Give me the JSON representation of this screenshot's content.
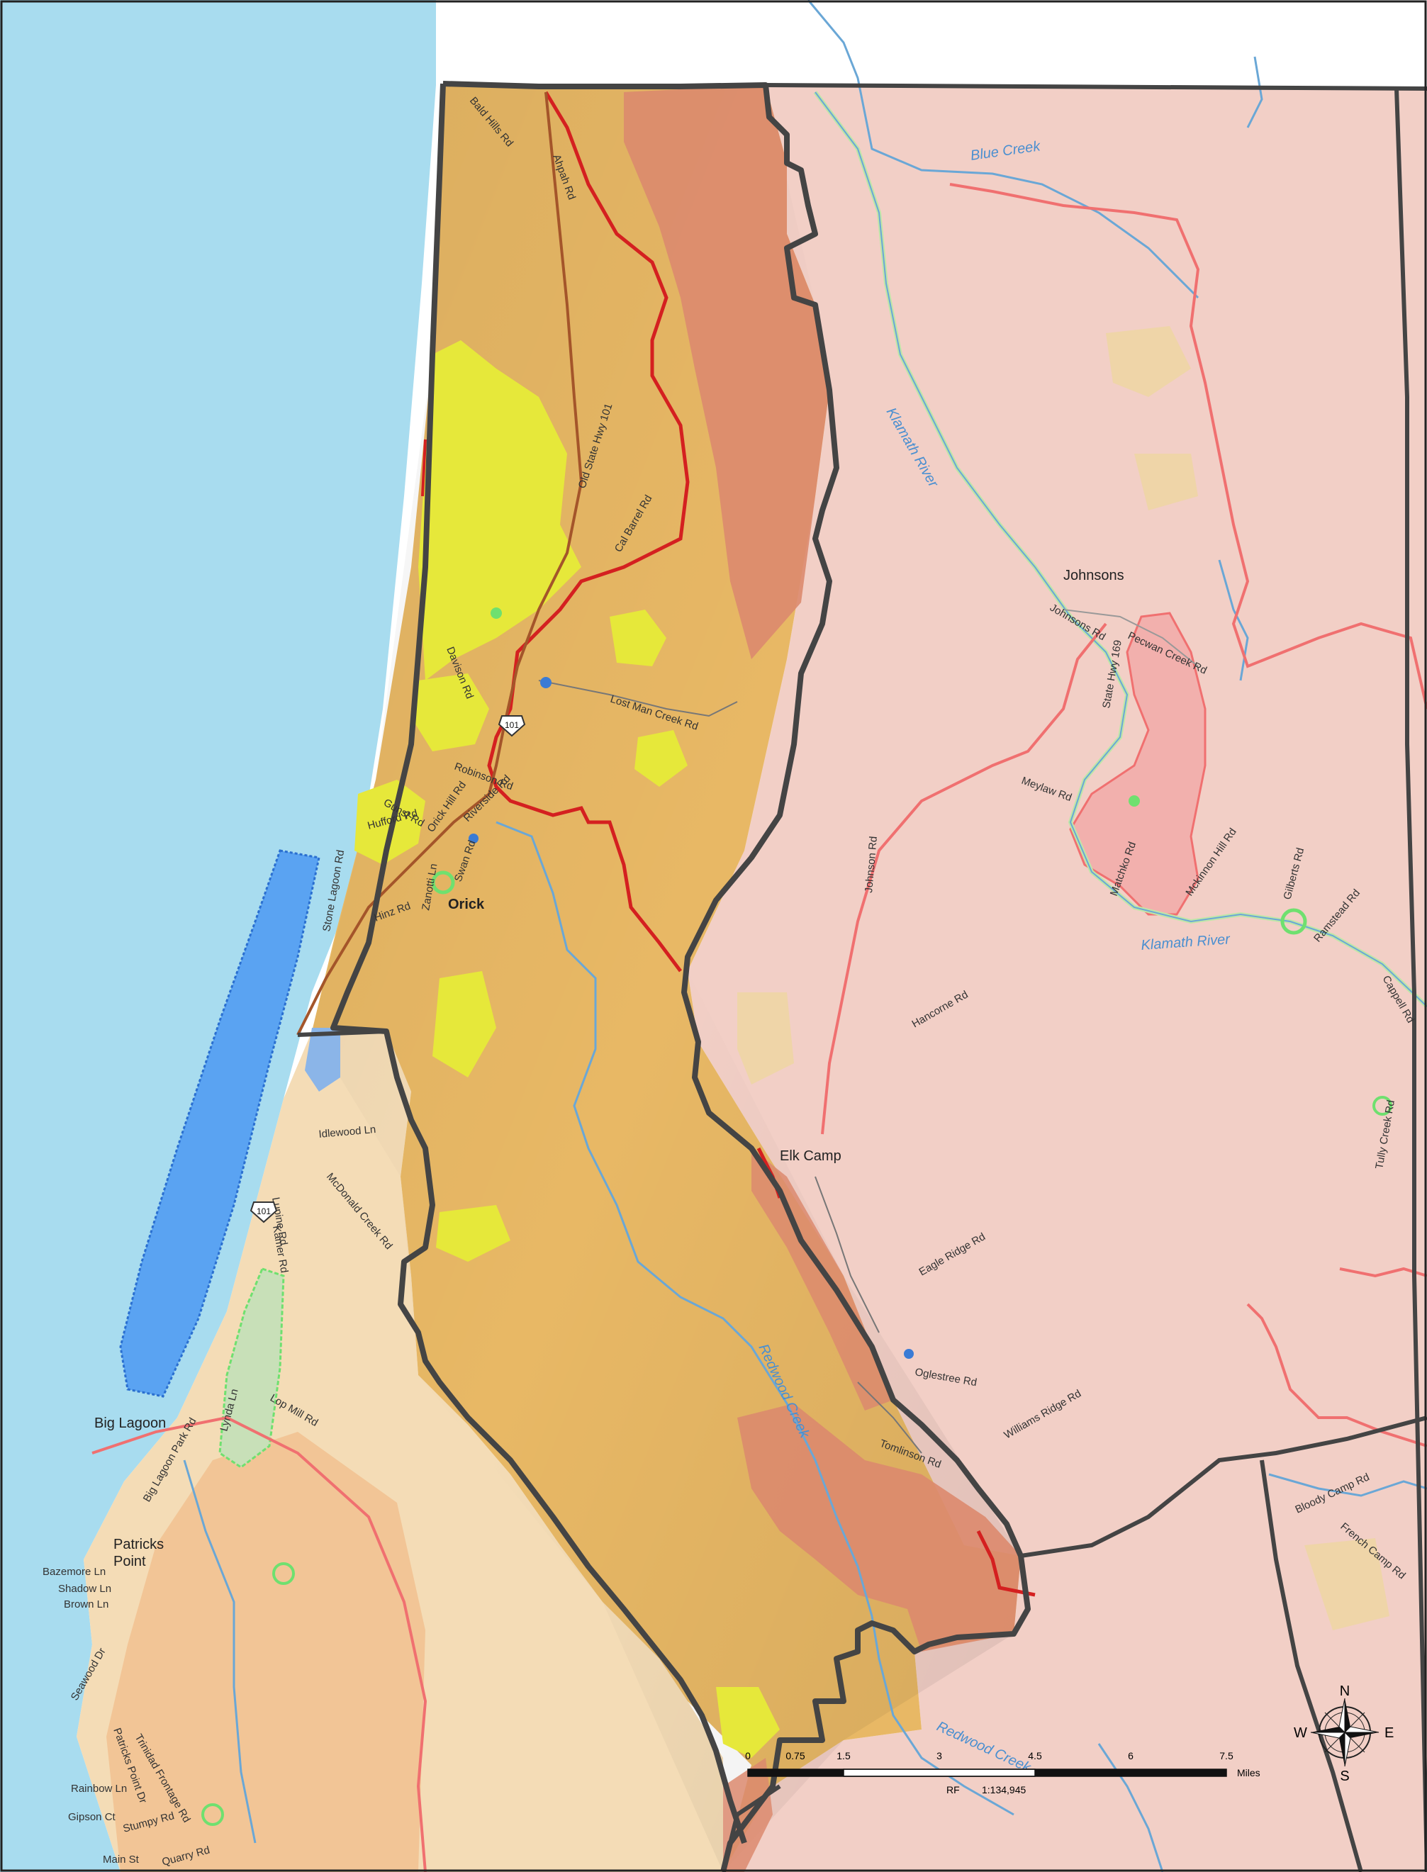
{
  "colors": {
    "ocean": "#a8dcef",
    "zone_main": "#e8b865",
    "zone_high": "#dc8a6e",
    "zone_moderate": "#e6e83a",
    "zone_faded": "#f2cfc6",
    "zone_faded_south": "#f4dcb6",
    "boundary": "#444444",
    "fire_line": "#d42020",
    "faded_fire_line": "#f07070",
    "river": "#6aa7d6",
    "lagoon": "#5aa3f2",
    "green_feature": "#6fe06f"
  },
  "places": [
    {
      "id": "orick",
      "label": "Orick"
    },
    {
      "id": "johnsons",
      "label": "Johnsons"
    },
    {
      "id": "elk-camp",
      "label": "Elk Camp"
    },
    {
      "id": "big-lagoon",
      "label": "Big Lagoon"
    },
    {
      "id": "patricks-point",
      "label": "Patricks\nPoint"
    }
  ],
  "water_labels": [
    {
      "id": "blue-creek",
      "label": "Blue Creek"
    },
    {
      "id": "klamath-river-n",
      "label": "Klamath River"
    },
    {
      "id": "klamath-river-s",
      "label": "Klamath River"
    },
    {
      "id": "redwood-creek",
      "label": "Redwood Creek"
    },
    {
      "id": "redwood-creek-s",
      "label": "Redwood Creek"
    }
  ],
  "roads": [
    "Bald Hills Rd",
    "Ahpah Rd",
    "Old State Hwy 101",
    "Cal Barrel Rd",
    "Davison Rd",
    "Lost Man Creek Rd",
    "Robinson Rd",
    "Gunst Rd",
    "Hufford Rd",
    "Orick Hill Rd",
    "Riverside Rd",
    "Zanotti Ln",
    "Swan Rd",
    "Hinz Rd",
    "Stone Lagoon Rd",
    "Johnsons Rd",
    "Pecwan Creek Rd",
    "State Hwy 169",
    "Meylaw Rd",
    "Johnson Rd",
    "Matchko Rd",
    "Mckinnon Hill Rd",
    "Gilberts Rd",
    "Ramstead Rd",
    "Cappell Rd",
    "Hancorne Rd",
    "Tully Creek Rd",
    "Eagle Ridge Rd",
    "Oglestree Rd",
    "Williams Ridge Rd",
    "Tomlinson Rd",
    "Bloody Camp Rd",
    "French Camp Rd",
    "Idlewood Ln",
    "McDonald Creek Rd",
    "Lupine Rd",
    "Kamer Rd",
    "Lop Mill Rd",
    "Lynda Ln",
    "Bazemore Ln",
    "Shadow Ln",
    "Brown Ln",
    "Seawood Dr",
    "Patricks Point Dr",
    "Trinidad Frontage Rd",
    "Rainbow Ln",
    "Gipson Ct",
    "Stumpy Rd",
    "Quarry Rd",
    "Main St",
    "Big Lagoon Park Rd"
  ],
  "highway_shields": [
    {
      "id": "us101-north",
      "label": "101"
    },
    {
      "id": "us101-south",
      "label": "101"
    }
  ],
  "scale_bar": {
    "ticks": [
      "0",
      "0.75",
      "1.5",
      "3",
      "4.5",
      "6",
      "7.5"
    ],
    "tick_values": [
      0,
      0.75,
      1.5,
      3,
      4.5,
      6,
      7.5
    ],
    "unit": "Miles",
    "rf_label": "RF",
    "rf_value": "1:134,945"
  },
  "compass": {
    "n": "N",
    "s": "S",
    "e": "E",
    "w": "W"
  }
}
